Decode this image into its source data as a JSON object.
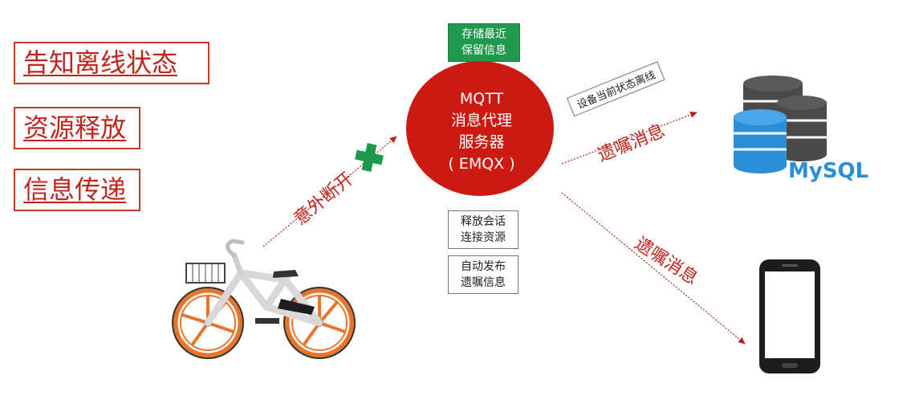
{
  "left_panel": {
    "items": [
      {
        "label": "告知离线状态"
      },
      {
        "label": "资源释放"
      },
      {
        "label": "信息传递"
      }
    ]
  },
  "broker": {
    "lines": [
      "MQTT",
      "消息代理",
      "服务器",
      "( EMQX )"
    ],
    "color": "#cc1a10"
  },
  "notes": {
    "retain": [
      "存储最近",
      "保留信息"
    ],
    "release": [
      "释放会话",
      "连接资源"
    ],
    "publish": [
      "自动发布",
      "遗嘱信息"
    ]
  },
  "edges": {
    "disconnect": "意外断开",
    "will_to_db": "遗嘱消息",
    "will_to_phone": "遗嘱消息",
    "device_offline": "设备当前状态离线"
  },
  "nodes": {
    "database": {
      "label": "MySQL",
      "icon": "database-icon"
    },
    "phone": {
      "icon": "smartphone-icon"
    },
    "bike": {
      "icon": "bicycle-icon"
    },
    "plus": {
      "icon": "plus-icon"
    }
  },
  "colors": {
    "accent_red": "#c0241c",
    "green": "#1f9a4c",
    "mysql_blue": "#2b8fd8",
    "bike_orange": "#e8742a"
  }
}
